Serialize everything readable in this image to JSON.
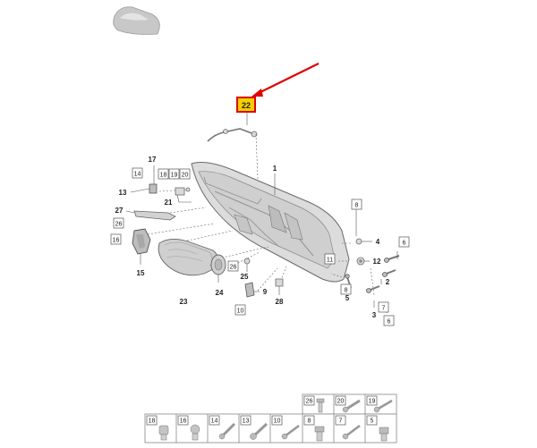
{
  "highlight": {
    "label": "22",
    "box_color": "#e00000",
    "fill_color": "#f5d000",
    "arrow_color": "#e00000"
  },
  "labels": {
    "p1": "1",
    "p2": "2",
    "p3": "3",
    "p4": "4",
    "p5": "5",
    "p6": "6",
    "p7": "7",
    "p8": "8",
    "p9": "9",
    "p10": "10",
    "p11": "11",
    "p12": "12",
    "p13": "13",
    "p14": "14",
    "p15": "15",
    "p16": "16",
    "p17": "17",
    "p18": "18",
    "p19": "19",
    "p20": "20",
    "p21": "21",
    "p23": "23",
    "p24": "24",
    "p25": "25",
    "p26": "26",
    "p27": "27",
    "p28": "28"
  },
  "fastener_table": {
    "top_row": [
      "26",
      "20",
      "19"
    ],
    "bottom_row": [
      "18",
      "16",
      "14",
      "13",
      "10",
      "8",
      "7",
      "5"
    ]
  },
  "icons": {
    "vehicle": "car-silhouette-icon"
  }
}
